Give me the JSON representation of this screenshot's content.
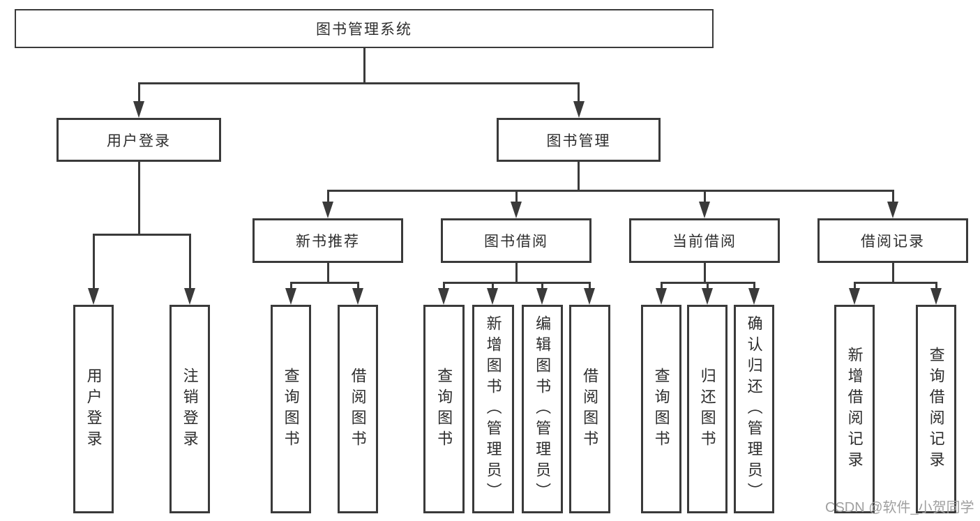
{
  "diagram_type": "functional-structure-tree",
  "colors": {
    "line": "#3a3a3a",
    "box_border": "#3a3a3a",
    "box_fill": "#ffffff",
    "text": "#2d2d2d",
    "watermark": "#9f9f9f",
    "background": "#ffffff"
  },
  "watermark": {
    "text": "CSDN @软件_小贺同学"
  },
  "hierarchy": {
    "label": "图书管理系统",
    "children": [
      {
        "label": "用户登录",
        "children": [
          {
            "label": "用户登录"
          },
          {
            "label": "注销登录"
          }
        ]
      },
      {
        "label": "图书管理",
        "children": [
          {
            "label": "新书推荐",
            "children": [
              {
                "label": "查询图书"
              },
              {
                "label": "借阅图书"
              }
            ]
          },
          {
            "label": "图书借阅",
            "children": [
              {
                "label": "查询图书"
              },
              {
                "label": "新增图书（管理员）"
              },
              {
                "label": "编辑图书（管理员）"
              },
              {
                "label": "借阅图书"
              }
            ]
          },
          {
            "label": "当前借阅",
            "children": [
              {
                "label": "查询图书"
              },
              {
                "label": "归还图书"
              },
              {
                "label": "确认归还（管理员）"
              }
            ]
          },
          {
            "label": "借阅记录",
            "children": [
              {
                "label": "新增借阅记录"
              },
              {
                "label": "查询借阅记录"
              }
            ]
          }
        ]
      }
    ]
  }
}
